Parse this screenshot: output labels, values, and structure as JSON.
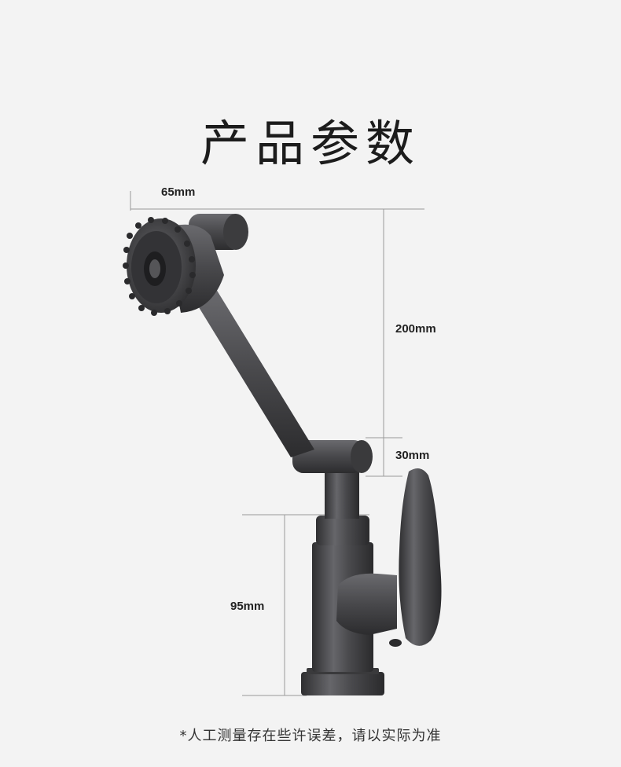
{
  "title": "产品参数",
  "dimensions": {
    "width_top": "65mm",
    "height_arm": "200mm",
    "height_joint": "30mm",
    "height_base": "95mm"
  },
  "footnote": "*人工测量存在些许误差，请以实际为准",
  "colors": {
    "background": "#f3f3f3",
    "faucet_body": "#4a4a4d",
    "dimension_line": "#999999"
  }
}
